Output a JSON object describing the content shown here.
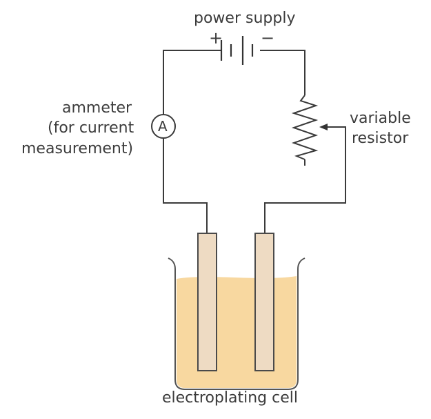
{
  "labels": {
    "power_supply": "power supply",
    "plus_sign": "+",
    "minus_sign": "−",
    "ammeter_line1": "ammeter",
    "ammeter_line2": "(for current",
    "ammeter_line3": "measurement)",
    "ammeter_symbol": "A",
    "resistor_line1": "variable",
    "resistor_line2": "resistor",
    "cell": "electroplating cell"
  },
  "colors": {
    "solution": "#f8d8a0",
    "electrode": "#eedbc3",
    "wire": "#3a3a3a"
  }
}
